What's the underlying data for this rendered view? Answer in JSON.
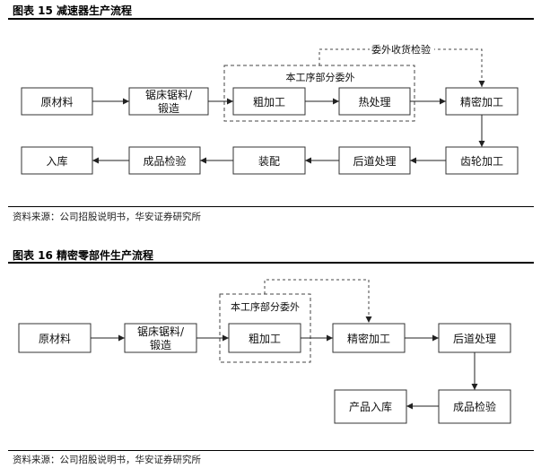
{
  "figure15": {
    "title": "图表 15  减速器生产流程",
    "source": "资料来源：公司招股说明书，华安证券研究所",
    "outsourced_group_label": "本工序部分委外",
    "outsource_inspection_label": "委外收货检验",
    "nodes": {
      "raw": "原材料",
      "saw1": "锯床锯料/",
      "saw2": "锻造",
      "rough": "粗加工",
      "heat": "热处理",
      "precision": "精密加工",
      "gear": "齿轮加工",
      "finishing": "后道处理",
      "assembly": "装配",
      "qc": "成品检验",
      "warehouse": "入库"
    }
  },
  "figure16": {
    "title": "图表 16  精密零部件生产流程",
    "source": "资料来源：公司招股说明书，华安证券研究所",
    "outsourced_group_label": "本工序部分委外",
    "nodes": {
      "raw": "原材料",
      "saw1": "锯床锯料/",
      "saw2": "锻造",
      "rough": "粗加工",
      "precision": "精密加工",
      "finishing": "后道处理",
      "qc": "成品检验",
      "warehouse": "产品入库"
    }
  }
}
